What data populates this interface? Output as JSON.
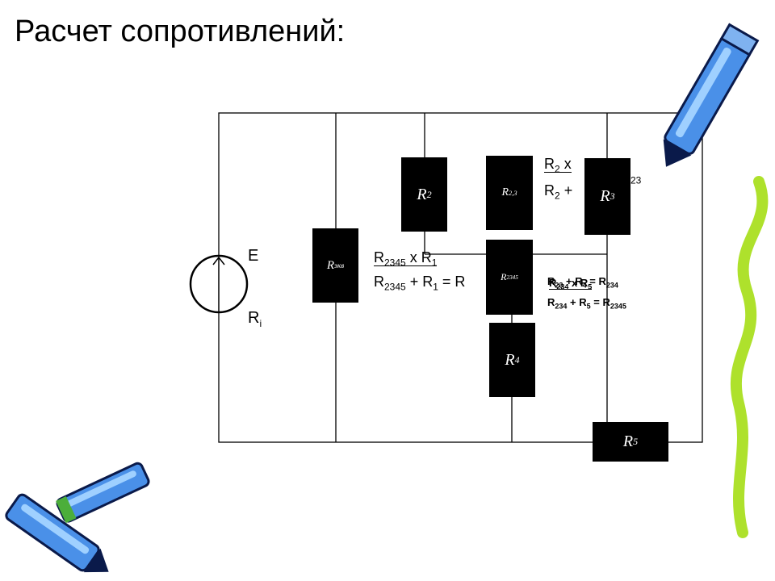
{
  "title": "Расчет сопротивлений:",
  "source": {
    "e_label": "E",
    "ri_main": "R",
    "ri_sub": "i"
  },
  "resistors": {
    "r2": {
      "main": "R",
      "sub": "2"
    },
    "r23": {
      "main": "R",
      "sub": "2,3"
    },
    "r3": {
      "main": "R",
      "sub": "3"
    },
    "r2345": {
      "main": "R",
      "sub": "2345"
    },
    "r4": {
      "main": "R",
      "sub": "4"
    },
    "r5": {
      "main": "R",
      "sub": "5"
    },
    "rekv": {
      "main": "R",
      "sub": "экв"
    }
  },
  "formula_r23": {
    "num_r": "R",
    "num_sub": "2",
    "num_x": " x ",
    "den_r": "R",
    "den_sub": "2",
    "den_plus": " + ",
    "result_r": "R",
    "result_sub": "23"
  },
  "formula_r1": {
    "num_r": "R",
    "num_sub": "2345",
    "num_x": " x ",
    "num_r1": "R",
    "num_r1_sub": "1",
    "den_r": "R",
    "den_sub": "2345",
    "den_plus": " + ",
    "den_r1": "R",
    "den_r1_sub": "1",
    "eq": " = R"
  },
  "formula_r234": {
    "a": "R",
    "a_sub": "23",
    "plus": " + ",
    "b": "R",
    "b_sub": "4",
    "eq": " = R",
    "res_sub": "234",
    "overlay_a": "R",
    "overlay_a_sub": "234",
    "overlay_x": " x R",
    "overlay_sub": "5"
  },
  "formula_r2345": {
    "a": "R",
    "a_sub": "234",
    "plus": " + R",
    "b_sub": "5",
    "eq": "  = R",
    "res_sub": "2345"
  }
}
